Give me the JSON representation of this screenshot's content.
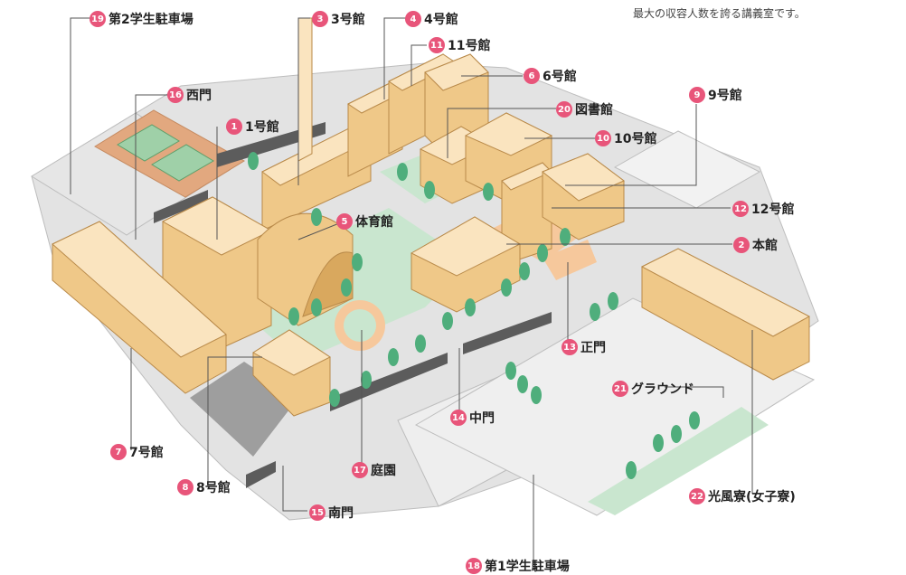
{
  "caption": "最大の収容人数を誇る講義室です。",
  "colors": {
    "badge": "#e8557a",
    "ground": "#e3e3e3",
    "ground_edge": "#bdbdbd",
    "green": "#c9e6cf",
    "building_top": "#fae4bf",
    "building_side": "#efc888",
    "building_dark": "#d9a85e",
    "court": "#e2a87f",
    "court_line": "#5e9e6a",
    "orange_path": "#f6c89c",
    "tree": "#4fae7c",
    "leader": "#555555"
  },
  "labels": [
    {
      "num": "1",
      "text": "1号館"
    },
    {
      "num": "2",
      "text": "本館"
    },
    {
      "num": "3",
      "text": "3号館"
    },
    {
      "num": "4",
      "text": "4号館"
    },
    {
      "num": "5",
      "text": "体育館"
    },
    {
      "num": "6",
      "text": "6号館"
    },
    {
      "num": "7",
      "text": "7号館"
    },
    {
      "num": "8",
      "text": "8号館"
    },
    {
      "num": "9",
      "text": "9号館"
    },
    {
      "num": "10",
      "text": "10号館"
    },
    {
      "num": "11",
      "text": "11号館"
    },
    {
      "num": "12",
      "text": "12号館"
    },
    {
      "num": "13",
      "text": "正門"
    },
    {
      "num": "14",
      "text": "中門"
    },
    {
      "num": "15",
      "text": "南門"
    },
    {
      "num": "16",
      "text": "西門"
    },
    {
      "num": "17",
      "text": "庭園"
    },
    {
      "num": "18",
      "text": "第1学生駐車場"
    },
    {
      "num": "19",
      "text": "第2学生駐車場"
    },
    {
      "num": "20",
      "text": "図書館"
    },
    {
      "num": "21",
      "text": "グラウンド"
    },
    {
      "num": "22",
      "text": "光風寮(女子寮)"
    }
  ]
}
